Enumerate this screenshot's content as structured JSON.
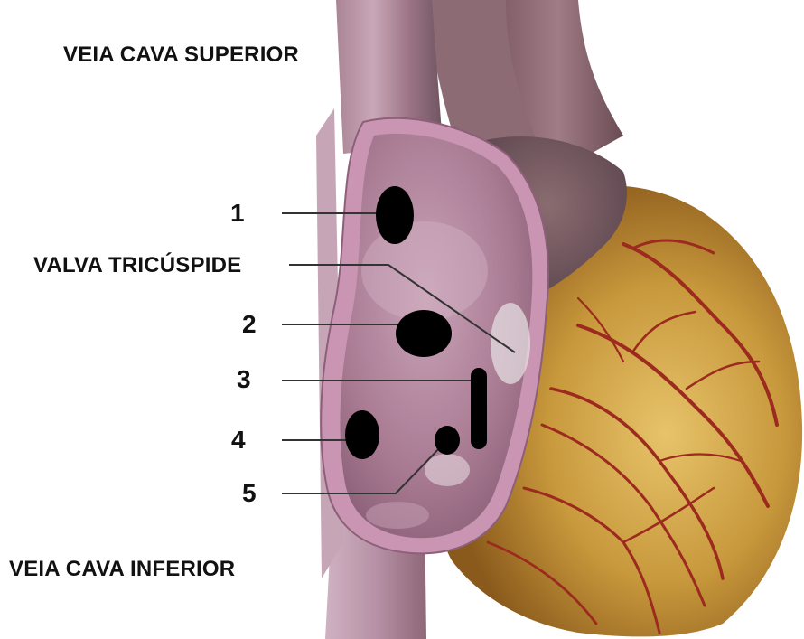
{
  "labels": {
    "svc": "VEIA CAVA SUPERIOR",
    "tricuspid": "VALVA TRICÚSPIDE",
    "ivc": "VEIA CAVA INFERIOR",
    "n1": "1",
    "n2": "2",
    "n3": "3",
    "n4": "4",
    "n5": "5"
  },
  "colors": {
    "background": "#ffffff",
    "marker": "#000000",
    "leader_line": "#333333",
    "atrium_wall": "#c995b3",
    "atrium_interior": "#a87a92",
    "heart_muscle": "#c8983c",
    "vessel": "#9c2a1e"
  }
}
